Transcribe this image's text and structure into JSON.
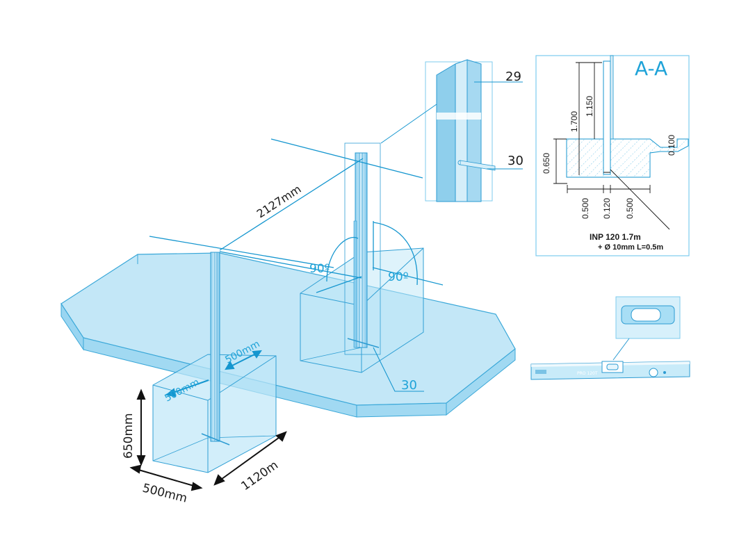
{
  "labels": {
    "diagonal_distance": "2127mm",
    "angle_left": "90º",
    "angle_right": "90º",
    "footing_width_a": "500mm",
    "footing_width_b": "500mm",
    "footing_height": "650mm",
    "footing_depth_front": "500mm",
    "footing_length": "1120m",
    "callout_29": "29",
    "callout_30_detail": "30",
    "callout_30_base": "30"
  },
  "section": {
    "title": "A-A",
    "dim_1700": "1.700",
    "dim_1150": "1.150",
    "dim_0650": "0.650",
    "dim_0100": "0.100",
    "dim_0500_left": "0.500",
    "dim_0120": "0.120",
    "dim_0500_right": "0.500",
    "note_line1": "INP 120 1.7m",
    "note_line2": "+ Ø 10mm L=0.5m"
  },
  "level": {
    "brand_label": "PRO 120T"
  },
  "colors": {
    "accent": "#29a9dc",
    "line": "#1596cf",
    "fill_light": "#bfe6f7",
    "ink": "#1a1a1a"
  }
}
